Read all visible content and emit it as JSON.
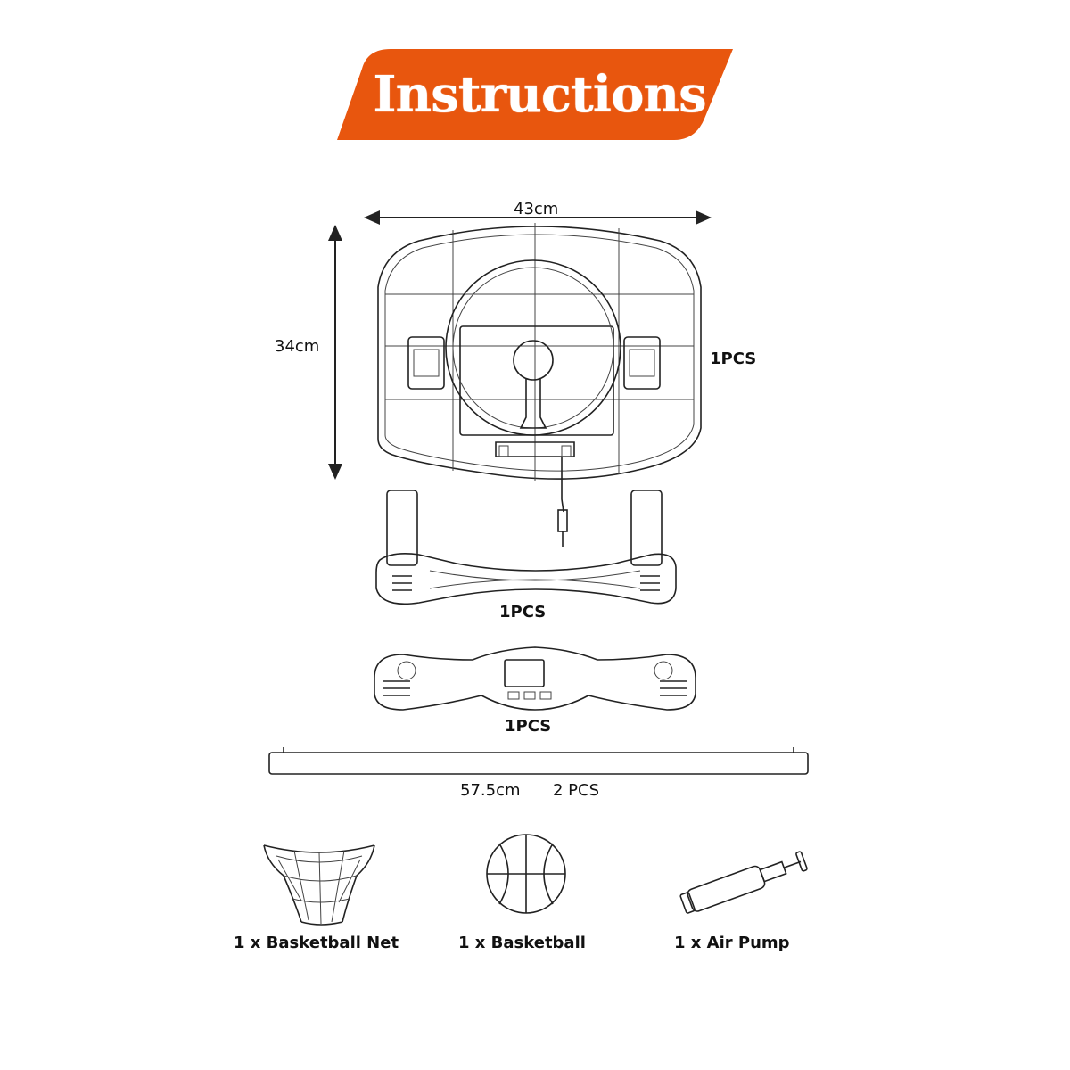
{
  "title": "Instructions",
  "colors": {
    "banner": "#E8560E",
    "line": "#222222"
  },
  "backboard": {
    "width_label": "43cm",
    "height_label": "34cm",
    "qty": "1PCS"
  },
  "base_frame": {
    "qty": "1PCS"
  },
  "scoreboard": {
    "qty": "1PCS"
  },
  "pole": {
    "length_label": "57.5cm",
    "qty": "2 PCS"
  },
  "accessories": [
    {
      "label": "1 x Basketball Net",
      "icon": "net-icon"
    },
    {
      "label": "1 x Basketball",
      "icon": "basketball-icon"
    },
    {
      "label": "1 x Air Pump",
      "icon": "air-pump-icon"
    }
  ]
}
